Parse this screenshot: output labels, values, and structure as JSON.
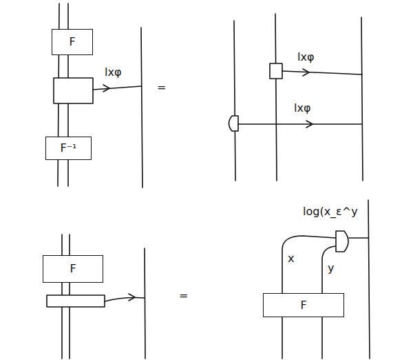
{
  "diagram": {
    "nodes": [
      {
        "text": [
          "F"
        ]
      },
      {
        "text": [
          "F⁻¹"
        ]
      },
      {
        "text": [
          "F"
        ]
      },
      {
        "text": [
          "F"
        ]
      }
    ],
    "labels": [
      "lxφ",
      "=",
      "lxφ",
      "lxφ",
      "=",
      "x",
      "y",
      "log(x_ε^y"
    ]
  }
}
